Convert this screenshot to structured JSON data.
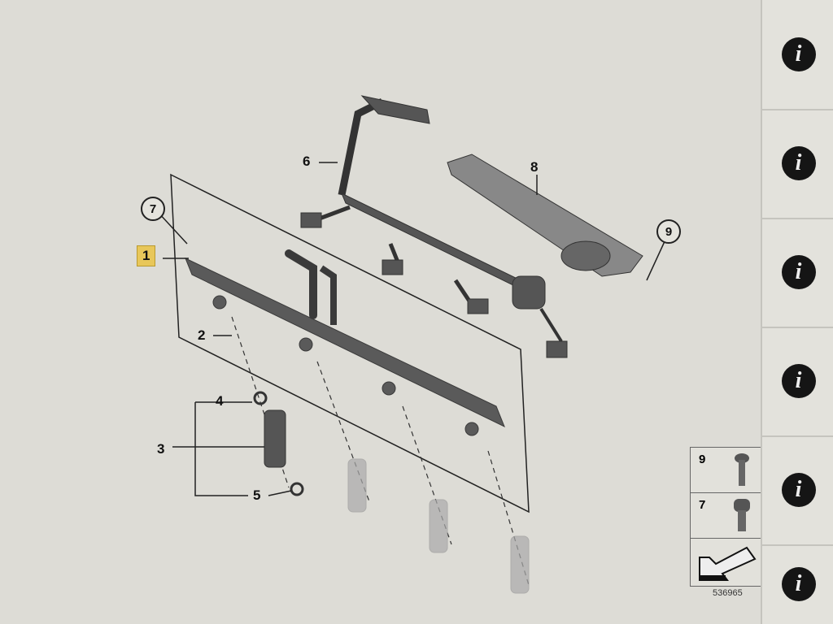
{
  "diagram": {
    "callouts": {
      "c1": "1",
      "c2": "2",
      "c3": "3",
      "c4": "4",
      "c5": "5",
      "c6": "6",
      "c7": "7",
      "c8": "8",
      "c9": "9"
    },
    "legend": [
      {
        "num": "9"
      },
      {
        "num": "7"
      }
    ],
    "diagram_id": "536965"
  },
  "sidebar": {
    "info_buttons": [
      {
        "label": "i"
      },
      {
        "label": "i"
      },
      {
        "label": "i"
      },
      {
        "label": "i"
      },
      {
        "label": "i"
      },
      {
        "label": "i"
      }
    ]
  }
}
